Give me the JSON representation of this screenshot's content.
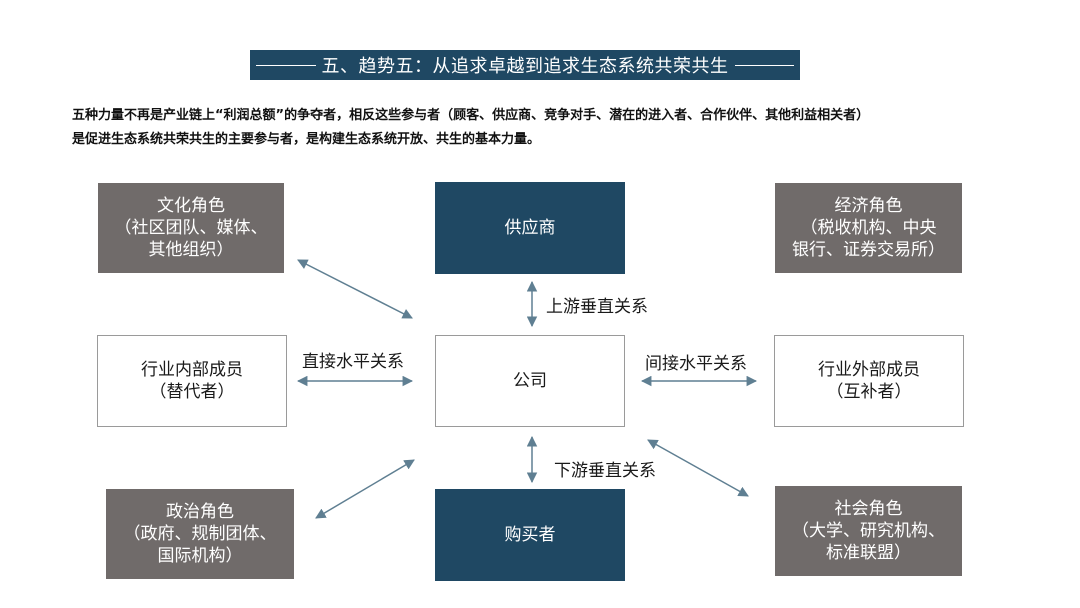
{
  "title": "五、趋势五：从追求卓越到追求生态系统共荣共生",
  "intro_lines": [
    "五种力量不再是产业链上“利润总额”的争夺者，相反这些参与者（顾客、供应商、竞争对手、潜在的进入者、合作伙伴、其他利益相关者）",
    "是促进生态系统共荣共生的主要参与者，是构建生态系统开放、共生的基本力量。"
  ],
  "nodes": {
    "culture": {
      "title": "文化角色",
      "detail": "（社区团队、媒体、\n其他组织）"
    },
    "supplier": {
      "title": "供应商"
    },
    "economic": {
      "title": "经济角色",
      "detail": "（税收机构、中央\n银行、证券交易所）"
    },
    "industry_internal": {
      "title": "行业内部成员",
      "detail": "（替代者）"
    },
    "company": {
      "title": "公司"
    },
    "industry_external": {
      "title": "行业外部成员",
      "detail": "（互补者）"
    },
    "political": {
      "title": "政治角色",
      "detail": "（政府、规制团体、\n国际机构）"
    },
    "buyer": {
      "title": "购买者"
    },
    "social": {
      "title": "社会角色",
      "detail": "（大学、研究机构、\n标准联盟）"
    }
  },
  "relations": {
    "upstream": "上游垂直关系",
    "downstream": "下游垂直关系",
    "direct_horizontal": "直接水平关系",
    "indirect_horizontal": "间接水平关系"
  },
  "colors": {
    "navy": "#1f4863",
    "gray": "#706b6a",
    "arrow": "#5f7f92"
  }
}
